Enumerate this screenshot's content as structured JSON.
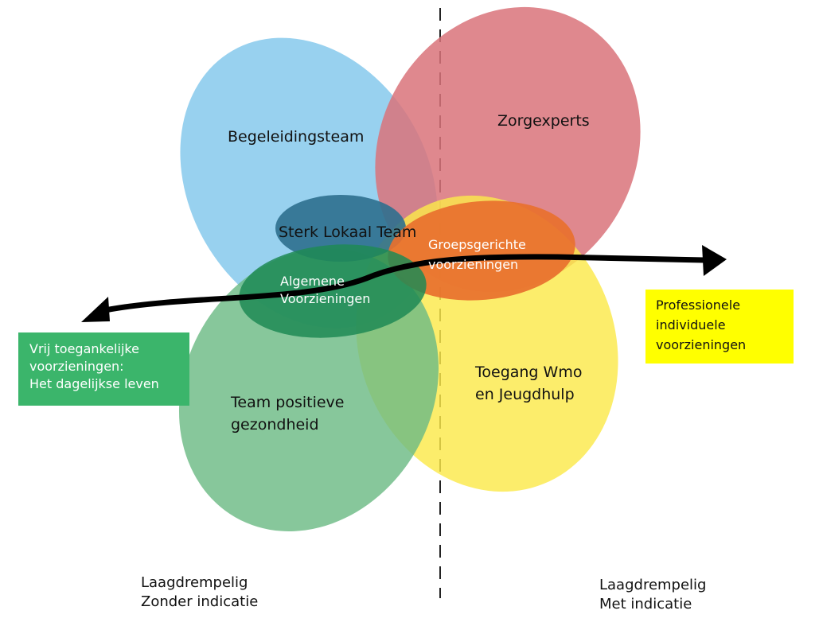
{
  "colors": {
    "blue_petal": "#8fcdee",
    "red_petal": "#d9737a",
    "yellow_petal": "#fbe94b",
    "green_petal": "#6dbb85",
    "core_blue": "#2e6f8e",
    "core_orange": "#e8702e",
    "core_green": "#1f8a55",
    "box_green": "#3bb56b",
    "box_yellow": "#ffff00",
    "arrow": "#000000"
  },
  "petals": {
    "begeleidingsteam": {
      "label": "Begeleidingsteam"
    },
    "zorgexperts": {
      "label": "Zorgexperts"
    },
    "toegang": {
      "line1": "Toegang Wmo",
      "line2": "en Jeugdhulp"
    },
    "team_positieve": {
      "line1": "Team positieve",
      "line2": "gezondheid"
    }
  },
  "core": {
    "sterk_lokaal_team": "Sterk Lokaal Team",
    "groepsgerichte": {
      "line1": "Groepsgerichte",
      "line2": "voorzieningen"
    },
    "algemene": {
      "line1": "Algemene",
      "line2": "Voorzieningen"
    }
  },
  "boxes": {
    "left": {
      "line1": "Vrij toegankelijke",
      "line2": "voorzieningen:",
      "line3": "Het dagelijkse leven"
    },
    "right": {
      "line1": "Professionele",
      "line2": "individuele",
      "line3": "voorzieningen"
    }
  },
  "bottom": {
    "left": {
      "line1": "Laagdrempelig",
      "line2": "Zonder indicatie"
    },
    "right": {
      "line1": "Laagdrempelig",
      "line2": "Met indicatie"
    }
  }
}
